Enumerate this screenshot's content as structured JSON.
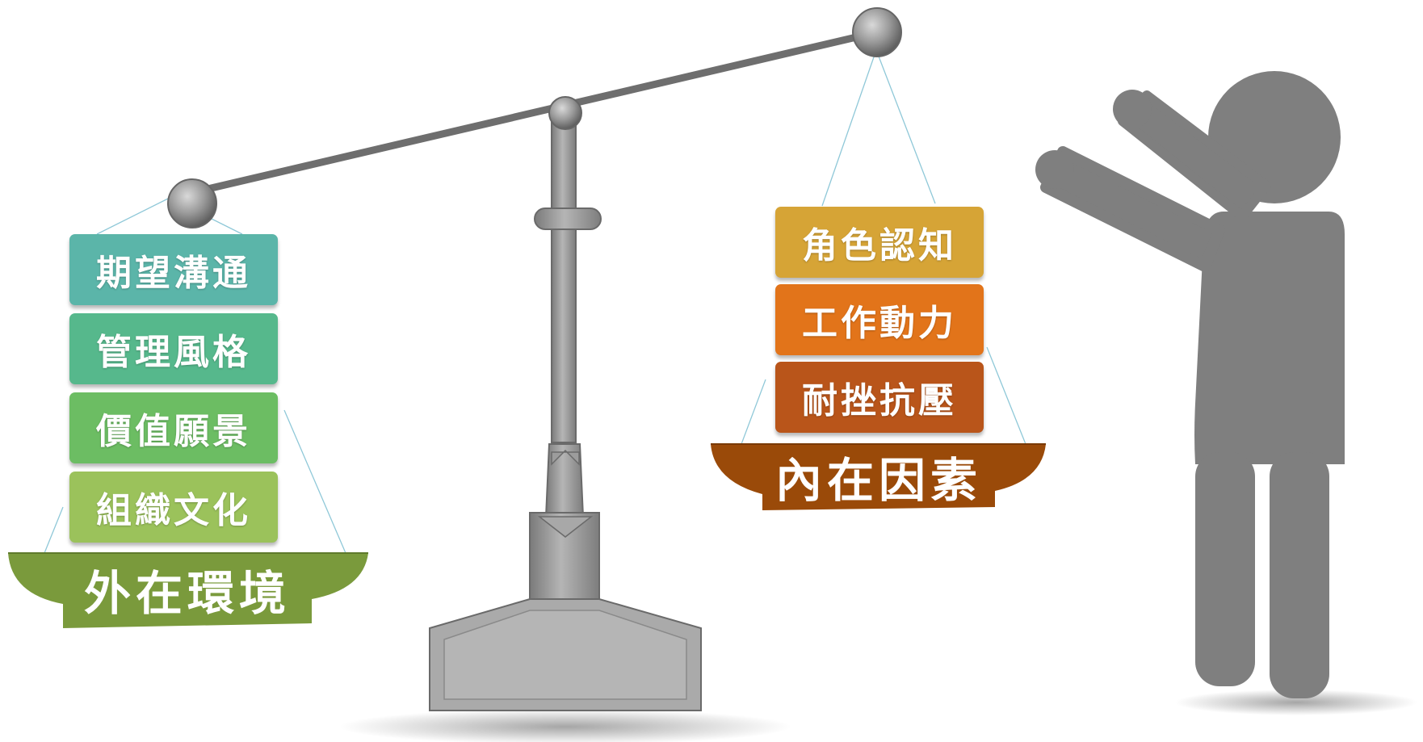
{
  "left_pan": {
    "label": "外在環境",
    "color": "#7a9a3c",
    "items": [
      {
        "label": "期望溝通",
        "color": "#5bb5a9"
      },
      {
        "label": "管理風格",
        "color": "#56b88c"
      },
      {
        "label": "價值願景",
        "color": "#6cbd63"
      },
      {
        "label": "組織文化",
        "color": "#9bc25b"
      }
    ]
  },
  "right_pan": {
    "label": "內在因素",
    "color": "#9a4a09",
    "items": [
      {
        "label": "角色認知",
        "color": "#d6a436"
      },
      {
        "label": "工作動力",
        "color": "#e2741a"
      },
      {
        "label": "耐挫抗壓",
        "color": "#b9551a"
      }
    ]
  },
  "scale_color": "#8a8a8a",
  "person_color": "#7f7f7f"
}
